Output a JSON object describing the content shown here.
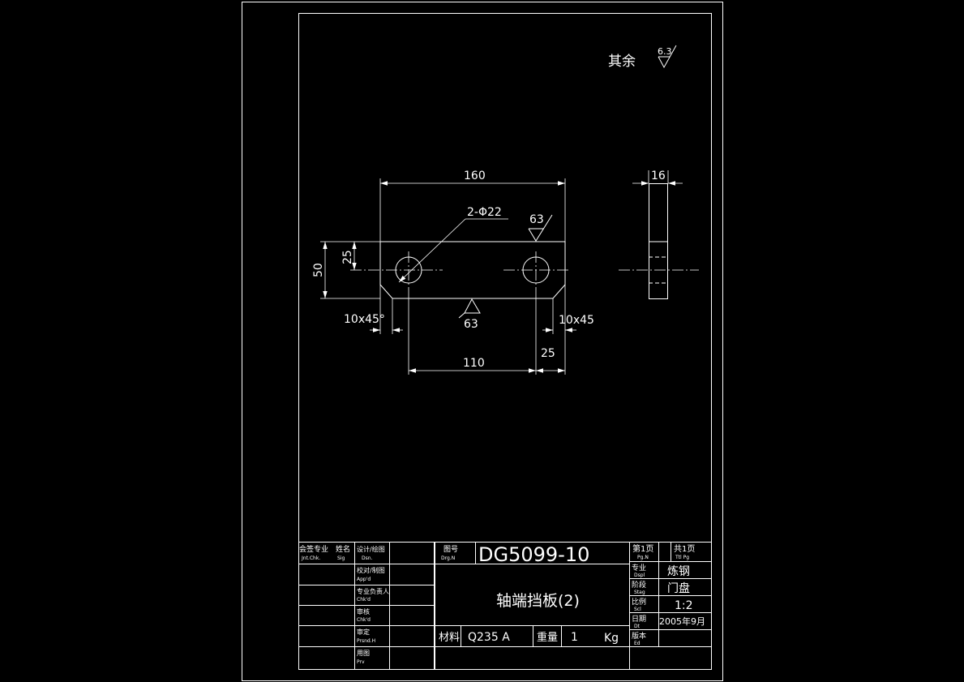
{
  "roughness_note": {
    "label": "其余",
    "value": "6.3"
  },
  "dimensions": {
    "overall_length": "160",
    "hole_callout": "2-Φ22",
    "roughness_top": "63",
    "roughness_bottom": "63",
    "height": "50",
    "hole_height": "25",
    "chamfer_left": "10x45°",
    "chamfer_right": "10x45",
    "hole_spacing": "110",
    "edge_to_hole": "25",
    "thickness": "16"
  },
  "title_block": {
    "drawing_no_label": "图号",
    "drawing_no_label_en": "Drg.N",
    "drawing_no": "DG5099-10",
    "part_name": "轴端挡板(2)",
    "material_label": "材料",
    "material": "Q235 A",
    "weight_label": "重量",
    "weight_value": "1",
    "weight_unit": "Kg",
    "sheet_label": "第1页",
    "sheet_label_en": "Pg.N",
    "total_label": "共1页",
    "total_label_en": "Ttl Pg",
    "discipline_label": "专业",
    "discipline_label_en": "Dspl",
    "discipline": "炼钢",
    "stage_label": "阶段",
    "stage_label_en": "Stag",
    "stage": "门盘",
    "scale_label": "比例",
    "scale_label_en": "Scl",
    "scale": "1:2",
    "date_label": "日期",
    "date_label_en": "Dt",
    "date": "2005年9月",
    "version_label": "版本",
    "version_label_en": "Ed"
  },
  "sign_block": {
    "col1_header": "会签专业",
    "col1_header_en": "Jnt.Chk.",
    "col2_header": "姓名",
    "col2_header_en": "Sig",
    "col3_header": "设计/绘图",
    "col3_header_en": "Dsn.",
    "rows": [
      {
        "label": "校对/制图",
        "label_en": "App'd"
      },
      {
        "label": "专业负责人",
        "label_en": "Chk'd"
      },
      {
        "label": "审核",
        "label_en": "Chk'd"
      },
      {
        "label": "审定",
        "label_en": "Prsnd.H"
      },
      {
        "label": "用图",
        "label_en": "Prv"
      }
    ]
  }
}
